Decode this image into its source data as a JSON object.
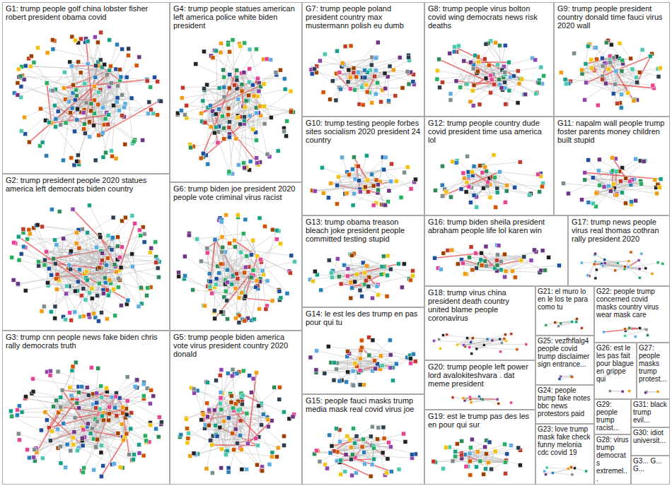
{
  "diagram": {
    "nodes": [
      {
        "text": [
          "G1: trump people golf china lobster fisher robert president obama covid"
        ]
      },
      {
        "text": [
          "G2: trump president people 2020 statues america left democrats biden country"
        ]
      },
      {
        "text": [
          "G3: trump cnn people news fake biden chris rally democrats truth"
        ]
      },
      {
        "text": [
          "G4: trump people statues american left america police white biden president"
        ]
      },
      {
        "text": [
          "G5: trump people biden america vote virus president country 2020 donald"
        ]
      },
      {
        "text": [
          "G6: trump biden joe president 2020 people vote criminal virus racist"
        ]
      },
      {
        "text": [
          "G7: trump people poland president country max mustermann polish eu dumb"
        ]
      },
      {
        "text": [
          "G8: trump people virus bolton covid wing democrats news risk deaths"
        ]
      },
      {
        "text": [
          "G9: trump people president country donald time fauci virus 2020 wall"
        ]
      },
      {
        "text": [
          "G10: trump testing people forbes sites socialism 2020 president 24 country"
        ]
      },
      {
        "text": [
          "G11: napalm wall people trump foster parents money children built stupid"
        ]
      },
      {
        "text": [
          "G12: trump people country dude covid president time usa america lol"
        ]
      },
      {
        "text": [
          "G13: trump obama treason bleach joke president people committed testing stupid"
        ]
      },
      {
        "text": [
          "G14: le est les des trump en pas pour qui tu"
        ]
      },
      {
        "text": [
          "G15: people fauci masks trump media mask real covid virus joe"
        ]
      },
      {
        "text": [
          "G16: trump biden sheila president abraham people life lol karen win"
        ]
      },
      {
        "text": [
          "G17: trump news people virus real thomas cothran rally president 2020"
        ]
      },
      {
        "text": [
          "G18: trump virus china president death country united blame people coronavirus"
        ]
      },
      {
        "text": [
          "G19: est le trump pas des les en pour qui sur"
        ]
      },
      {
        "text": [
          "G20: trump people left power lord avalokiteshvara . dat meme president"
        ]
      },
      {
        "text": [
          "G21: el muro lo en le los te para como tu"
        ]
      },
      {
        "text": [
          "G22: people trump concerned covid masks country virus wear mask care"
        ]
      },
      {
        "text": [
          "G23: love trump mask fake check funny melonia cdc covid 19"
        ]
      },
      {
        "text": [
          "G24: people trump fake notes bbc news protestors paid"
        ]
      },
      {
        "text": [
          "G25: vezfhflalg4 people covid trump disclaimer sign entrance..."
        ]
      },
      {
        "text": [
          "G26: est le les pas fait pour blague en grippe qui"
        ]
      },
      {
        "text": [
          "G27: people masks trump protest..."
        ]
      },
      {
        "text": [
          "G28: virus trump democrats extremel..."
        ]
      },
      {
        "text": [
          "G29: people trump racist..."
        ]
      },
      {
        "text": [
          "G30: idiot universit..."
        ]
      },
      {
        "text": [
          "G31: black trump evil..."
        ]
      },
      {
        "text": [
          "G3... G... G..."
        ]
      }
    ]
  }
}
